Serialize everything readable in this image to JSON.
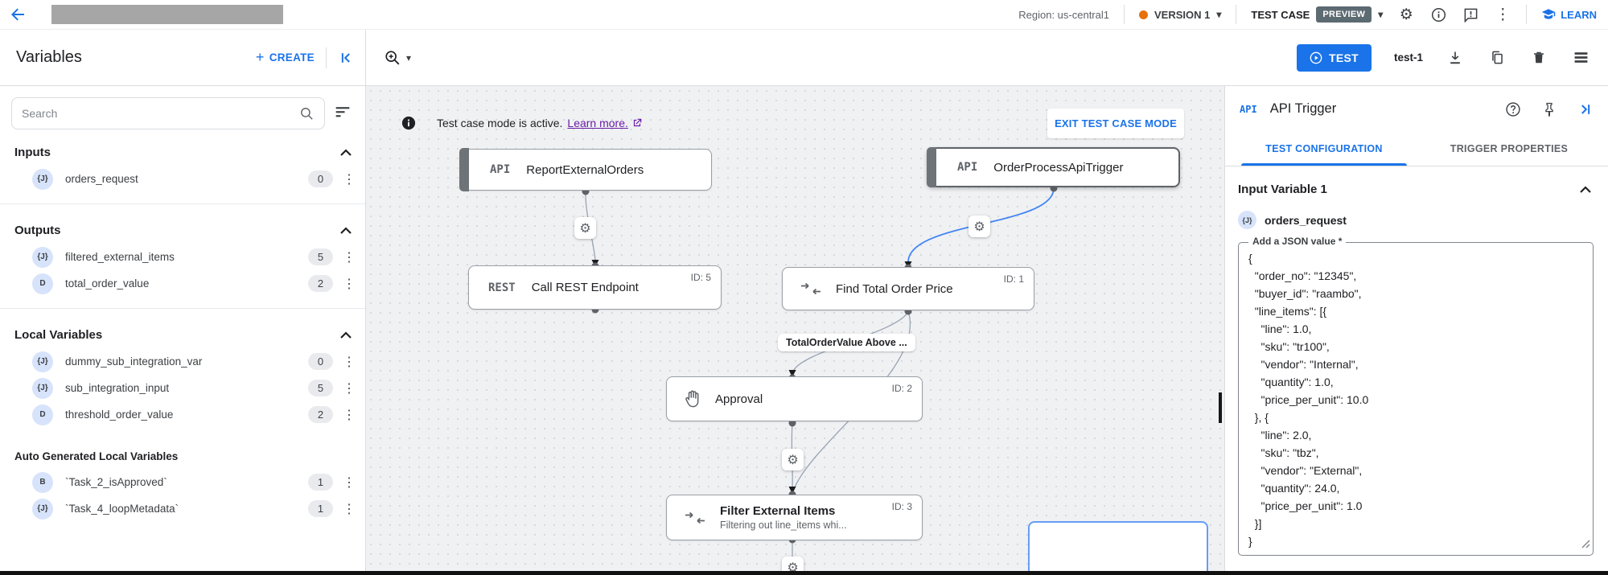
{
  "topbar": {
    "region": "Region: us-central1",
    "version": "VERSION 1",
    "test_case": "TEST CASE",
    "preview": "PREVIEW",
    "learn": "LEARN"
  },
  "toolbar": {
    "title": "Variables",
    "create": "CREATE",
    "test": "TEST",
    "test_name": "test-1"
  },
  "sidebar": {
    "search_placeholder": "Search",
    "sections": [
      {
        "title": "Inputs",
        "items": [
          {
            "type": "{J}",
            "name": "orders_request",
            "count": "0"
          }
        ]
      },
      {
        "title": "Outputs",
        "items": [
          {
            "type": "{J}",
            "name": "filtered_external_items",
            "count": "5"
          },
          {
            "type": "D",
            "name": "total_order_value",
            "count": "2"
          }
        ]
      },
      {
        "title": "Local Variables",
        "items": [
          {
            "type": "{J}",
            "name": "dummy_sub_integration_var",
            "count": "0"
          },
          {
            "type": "{J}",
            "name": "sub_integration_input",
            "count": "5"
          },
          {
            "type": "D",
            "name": "threshold_order_value",
            "count": "2"
          }
        ]
      },
      {
        "title": "Auto Generated Local Variables",
        "items": [
          {
            "type": "B",
            "name": "`Task_2_isApproved`",
            "count": "1"
          },
          {
            "type": "{J}",
            "name": "`Task_4_loopMetadata`",
            "count": "1"
          }
        ]
      }
    ]
  },
  "canvas": {
    "banner_text": "Test case mode is active.",
    "banner_link": "Learn more.",
    "exit_button": "EXIT TEST CASE MODE",
    "edge_label": "TotalOrderValue Above ...",
    "nodes": {
      "report": {
        "badge": "API",
        "title": "ReportExternalOrders"
      },
      "order_process": {
        "badge": "API",
        "title": "OrderProcessApiTrigger"
      },
      "rest": {
        "badge": "REST",
        "title": "Call REST Endpoint",
        "id": "ID: 5"
      },
      "find_total": {
        "title": "Find Total Order Price",
        "id": "ID: 1"
      },
      "approval": {
        "title": "Approval",
        "id": "ID: 2"
      },
      "filter": {
        "title": "Filter External Items",
        "subtitle": "Filtering out line_items whi...",
        "id": "ID: 3"
      }
    }
  },
  "panel": {
    "badge": "API",
    "title": "API Trigger",
    "tab_active": "TEST CONFIGURATION",
    "tab_inactive": "TRIGGER PROPERTIES",
    "section_title": "Input Variable 1",
    "var_type": "{J}",
    "var_name": "orders_request",
    "field_label": "Add a JSON value *",
    "json_value": "{\n  \"order_no\": \"12345\",\n  \"buyer_id\": \"raambo\",\n  \"line_items\": [{\n    \"line\": 1.0,\n    \"sku\": \"tr100\",\n    \"vendor\": \"Internal\",\n    \"quantity\": 1.0,\n    \"price_per_unit\": 10.0\n  }, {\n    \"line\": 2.0,\n    \"sku\": \"tbz\",\n    \"vendor\": \"External\",\n    \"quantity\": 24.0,\n    \"price_per_unit\": 1.0\n  }]\n}"
  },
  "colors": {
    "accent": "#1a73e8",
    "edge_active": "#4285f4",
    "version_dot": "#e8710a",
    "preview_badge": "#5c6a72",
    "link_purple": "#681da8"
  },
  "icons": {
    "gear": "⚙",
    "more_vert": "⋮",
    "caret_down": "▾"
  }
}
